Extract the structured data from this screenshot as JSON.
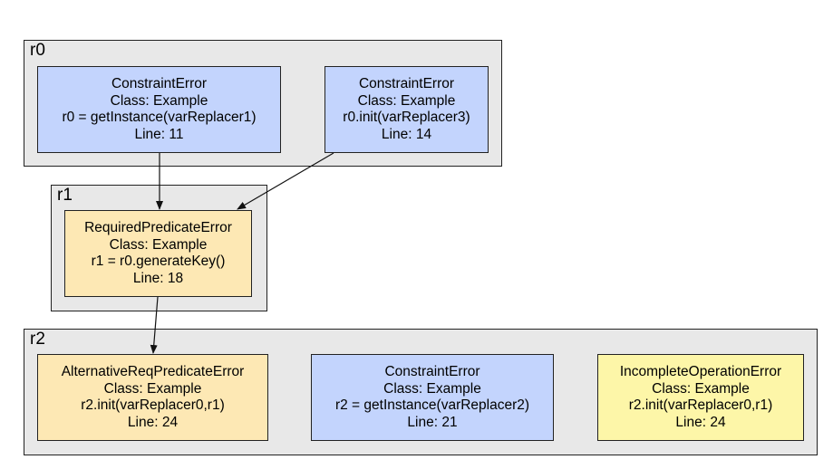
{
  "colors": {
    "constraint": "#c3d4fd",
    "required": "#fde8b4",
    "incomplete": "#fdf6a8",
    "cluster_bg": "#e8e8e8",
    "stroke": "#222222"
  },
  "clusters": {
    "r0": {
      "label": "r0"
    },
    "r1": {
      "label": "r1"
    },
    "r2": {
      "label": "r2"
    }
  },
  "nodes": {
    "n_r0_a": {
      "error": "ConstraintError",
      "class": "Class: Example",
      "stmt": "r0 = getInstance(varReplacer1)",
      "line": "Line: 11",
      "color": "#c3d4fd"
    },
    "n_r0_b": {
      "error": "ConstraintError",
      "class": "Class: Example",
      "stmt": "r0.init(varReplacer3)",
      "line": "Line: 14",
      "color": "#c3d4fd"
    },
    "n_r1_a": {
      "error": "RequiredPredicateError",
      "class": "Class: Example",
      "stmt": "r1 = r0.generateKey()",
      "line": "Line: 18",
      "color": "#fde8b4"
    },
    "n_r2_a": {
      "error": "AlternativeReqPredicateError",
      "class": "Class: Example",
      "stmt": "r2.init(varReplacer0,r1)",
      "line": "Line: 24",
      "color": "#fde8b4"
    },
    "n_r2_b": {
      "error": "ConstraintError",
      "class": "Class: Example",
      "stmt": "r2 = getInstance(varReplacer2)",
      "line": "Line: 21",
      "color": "#c3d4fd"
    },
    "n_r2_c": {
      "error": "IncompleteOperationError",
      "class": "Class: Example",
      "stmt": "r2.init(varReplacer0,r1)",
      "line": "Line: 24",
      "color": "#fdf6a8"
    }
  },
  "edges": [
    {
      "from": "n_r0_a",
      "to": "n_r1_a"
    },
    {
      "from": "n_r0_b",
      "to": "n_r1_a"
    },
    {
      "from": "n_r1_a",
      "to": "n_r2_a"
    }
  ]
}
